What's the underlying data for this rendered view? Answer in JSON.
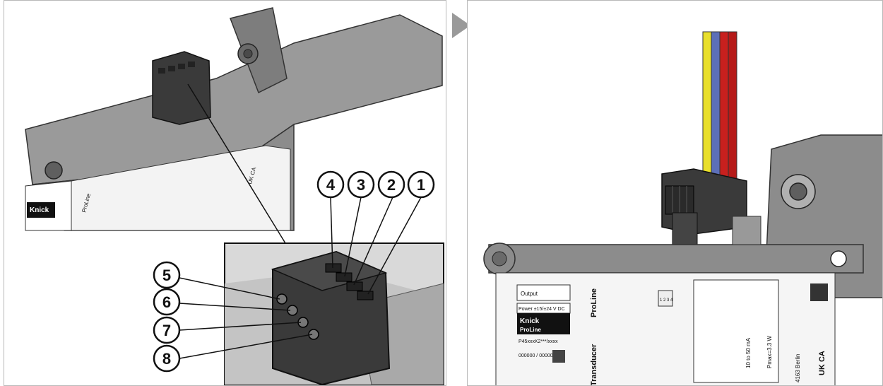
{
  "callouts": [
    "1",
    "2",
    "3",
    "4",
    "5",
    "6",
    "7",
    "8"
  ],
  "device_labels": {
    "brand": "Knick",
    "product": "ProLine",
    "output": "Output",
    "power": "Power ±15/±24 V DC",
    "part_no": "P45xxxK2***/xxxx",
    "serial": "000000 / 0000000",
    "transducer": "Transducer",
    "mark": "UK CA",
    "address": "4163 Berlin",
    "power_spec": "Pmax=3.3 W",
    "range": "10 to 50 mA",
    "pins": "1 2 3 4"
  },
  "colors": {
    "housing": "#8c8c8c",
    "housing_dark": "#5f5f5f",
    "terminal": "#3a3a3a",
    "wire_yellow": "#e9df2b",
    "wire_blue": "#5c6fb8",
    "wire_red": "#c8201e",
    "arrow": "#9a9a9a"
  }
}
